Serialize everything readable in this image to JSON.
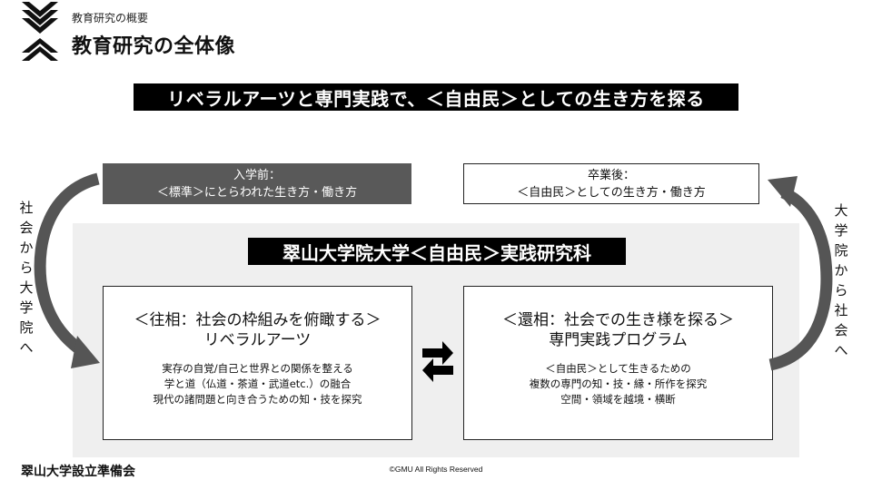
{
  "header": {
    "subtitle": "教育研究の概要",
    "title": "教育研究の全体像"
  },
  "banner": "リベラルアーツと専門実践で、＜自由民＞としての生き方を探る",
  "before_box": {
    "line1": "入学前：",
    "line2": "＜標準＞にとらわれた生き方・働き方"
  },
  "after_box": {
    "line1": "卒業後：",
    "line2": "＜自由民＞としての生き方・働き方"
  },
  "side_left": [
    "社",
    "会",
    "か",
    "ら",
    "大",
    "学",
    "院",
    "へ"
  ],
  "side_right": [
    "大",
    "学",
    "院",
    "か",
    "ら",
    "社",
    "会",
    "へ"
  ],
  "panel_title": "翠山大学院大学＜自由民＞実践研究科",
  "card_left": {
    "heading1": "＜往相：社会の枠組みを俯瞰する＞",
    "heading2": "リベラルアーツ",
    "desc": [
      "実存の自覚/自己と世界との関係を整える",
      "学と道（仏道・茶道・武道etc.）の融合",
      "現代の諸問題と向き合うための知・技を探究"
    ]
  },
  "card_right": {
    "heading1": "＜還相：社会での生き様を探る＞",
    "heading2": "専門実践プログラム",
    "desc": [
      "＜自由民＞として生きるための",
      "複数の専門の知・技・縁・所作を探究",
      "空間・領域を越境・横断"
    ]
  },
  "footer": {
    "org": "翠山大学設立準備会",
    "copyright": "©GMU All Rights Reserved"
  },
  "colors": {
    "dark_box": "#595959",
    "panel_bg": "#efefef",
    "arrow": "#555555",
    "black": "#000000"
  },
  "icons": [
    "logo-chevrons-icon",
    "swap-arrows-icon",
    "curved-arrow-left-icon",
    "curved-arrow-right-icon"
  ]
}
